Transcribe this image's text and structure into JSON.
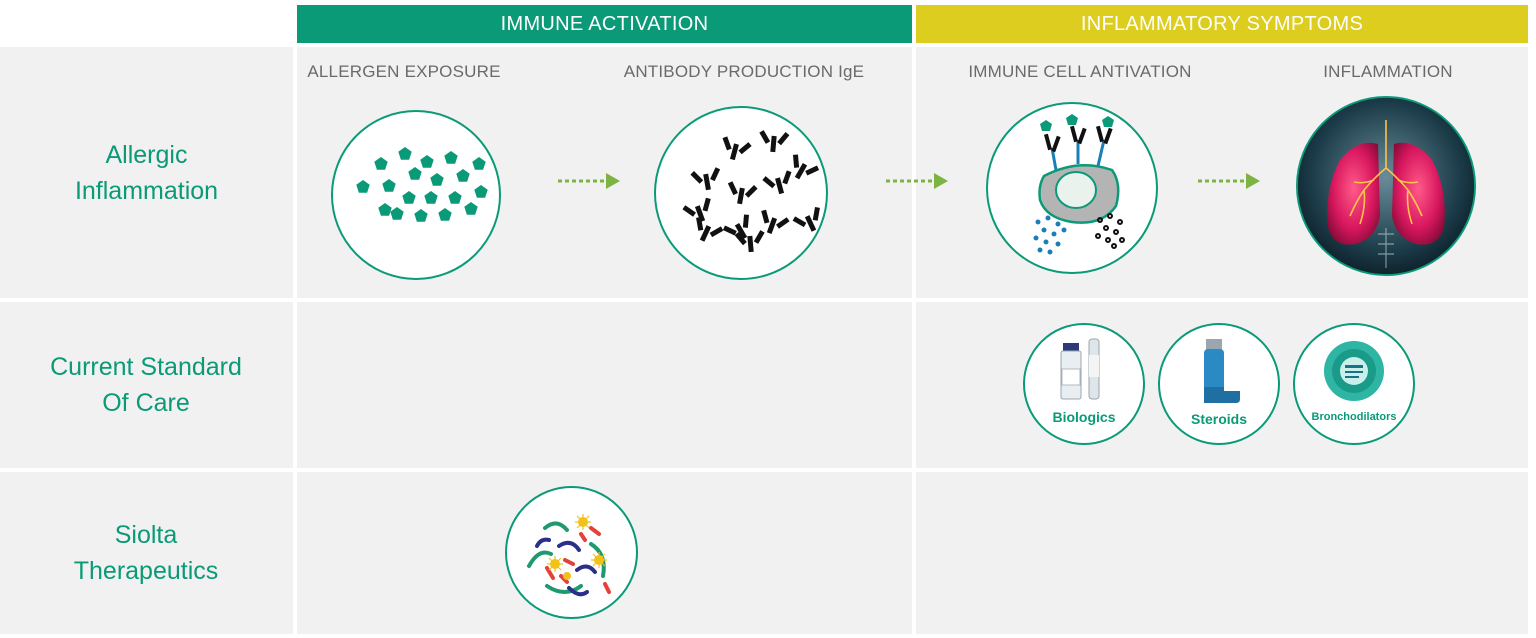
{
  "headers": {
    "immune_activation": "IMMUNE ACTIVATION",
    "inflammatory_symptoms": "INFLAMMATORY SYMPTOMS"
  },
  "rows": {
    "allergic": {
      "line1": "Allergic",
      "line2": "Inflammation"
    },
    "standard": {
      "line1": "Current Standard",
      "line2": "Of Care"
    },
    "siolta": {
      "line1": "Siolta",
      "line2": "Therapeutics"
    }
  },
  "steps": {
    "allergen": "ALLERGEN EXPOSURE",
    "antibody": "ANTIBODY PRODUCTION IgE",
    "immune_cell": "IMMUNE CELL ANTIVATION",
    "inflammation": "INFLAMMATION"
  },
  "treatments": {
    "biologics": "Biologics",
    "steroids": "Steroids",
    "bronchodilators": "Bronchodilators"
  },
  "colors": {
    "green": "#0a9a78",
    "yellow": "#dccd1e",
    "arrow": "#7cb342",
    "cell_bg": "#f1f1f1"
  }
}
